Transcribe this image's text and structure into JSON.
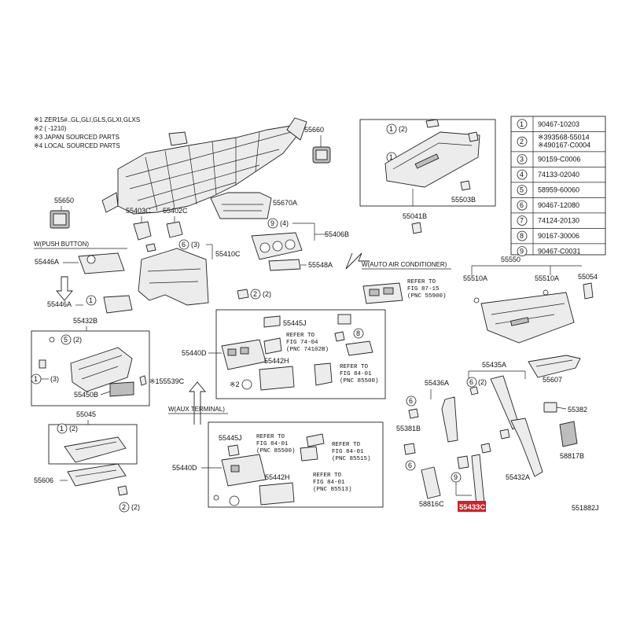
{
  "notes": [
    "※1 ZER15#..GL,GLI,GLS,GLXI,GLXS",
    "※2 (      -1210)",
    "※3 JAPAN SOURCED PARTS",
    "※4 LOCAL SOURCED PARTS"
  ],
  "legend": [
    {
      "num": "1",
      "part": "90467-10203"
    },
    {
      "num": "2",
      "part": "※393568-55014",
      "part2": "※490167-C0004"
    },
    {
      "num": "3",
      "part": "90159-C0006"
    },
    {
      "num": "4",
      "part": "74133-02040"
    },
    {
      "num": "5",
      "part": "58959-60060"
    },
    {
      "num": "6",
      "part": "90467-12080"
    },
    {
      "num": "7",
      "part": "74124-20130"
    },
    {
      "num": "8",
      "part": "90167-30006"
    },
    {
      "num": "9",
      "part": "90467-C0031"
    }
  ],
  "labels": {
    "p55660": "55660",
    "p55650": "55650",
    "p55403c": "55403C",
    "p55402c": "55402C",
    "p55670a": "55670A",
    "p55041b": "55041B",
    "p55503b": "55503B",
    "p55406b": "55406B",
    "p55410c": "55410C",
    "p55548a": "55548A",
    "p55446a_1": "55446A",
    "p55446a_2": "55446A",
    "p55432b": "55432B",
    "p55450b": "55450B",
    "p155539c": "※155539C",
    "p55045": "55045",
    "p55606": "55606",
    "p55550": "55550",
    "p55510a_1": "55510A",
    "p55510a_2": "55510A",
    "p55054": "55054",
    "p55445j_1": "55445J",
    "p55440d_1": "55440D",
    "p55442h_1": "55442H",
    "p55435a": "55435A",
    "p55607": "55607",
    "p55436a": "55436A",
    "p55382": "55382",
    "p55381b": "55381B",
    "p58817b": "58817B",
    "p55432a": "55432A",
    "p55445j_2": "55445J",
    "p55440d_2": "55440D",
    "p55442h_2": "55442H",
    "p58816c": "58816C",
    "p55433c": "55433C",
    "diagram_code": "551882J"
  },
  "qty": {
    "q2": "(2)",
    "q3": "(3)",
    "q4": "(4)"
  },
  "headers": {
    "push_button": "W(PUSH BUTTON)",
    "auto_ac": "W(AUTO AIR CONDITIONER)",
    "aux_terminal": "W(AUX TERMINAL)"
  },
  "refs": {
    "r1": [
      "REFER TO",
      "FIG 87-15",
      "(PNC 55900)"
    ],
    "r2": [
      "REFER TO",
      "FIG 74-04",
      "(PNC 74102B)"
    ],
    "r3": [
      "REFER TO",
      "FIG 84-01",
      "(PNC 85500)"
    ],
    "r4": [
      "REFER TO",
      "FIG 84-01",
      "(PNC 85500)"
    ],
    "r5": [
      "REFER TO",
      "FIG 84-01",
      "(PNC 85515)"
    ],
    "r6": [
      "REFER TO",
      "FIG 84-01",
      "(PNC 85513)"
    ]
  },
  "marks": {
    "m2": "※2"
  },
  "highlight_color": "#d61f26"
}
